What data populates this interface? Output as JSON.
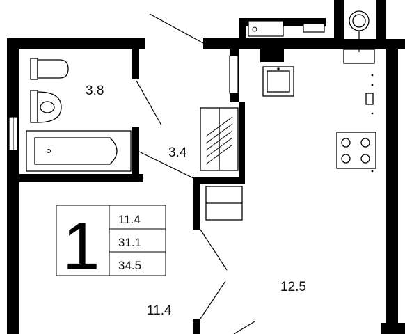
{
  "rooms": {
    "bathroom_area": "3.8",
    "hall_area": "3.4",
    "kitchen_area": "12.5",
    "living_area": "11.4"
  },
  "summary": {
    "rooms_count": "1",
    "living_area": "11.4",
    "total_area": "31.1",
    "total_with_balcony": "34.5"
  },
  "colors": {
    "wall": "#000000",
    "background": "#ffffff"
  }
}
